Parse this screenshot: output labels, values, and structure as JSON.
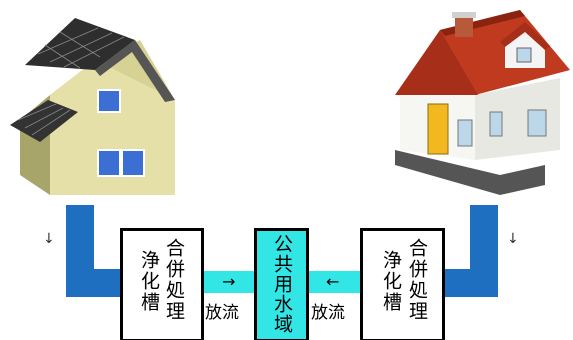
{
  "diagram": {
    "left_tank": {
      "col1": "浄化槽",
      "col2": "合併処理"
    },
    "right_tank": {
      "col1": "浄化槽",
      "col2": "合併処理"
    },
    "public_water": "公共用水域",
    "left_flow": {
      "arrow": "→",
      "label": "放流"
    },
    "right_flow": {
      "arrow": "←",
      "label": "放流"
    },
    "left_down_arrow": "↓",
    "right_down_arrow": "↓"
  },
  "colors": {
    "pipe": "#1e6fc0",
    "water": "#33e6e6",
    "tank_border": "#000000"
  }
}
